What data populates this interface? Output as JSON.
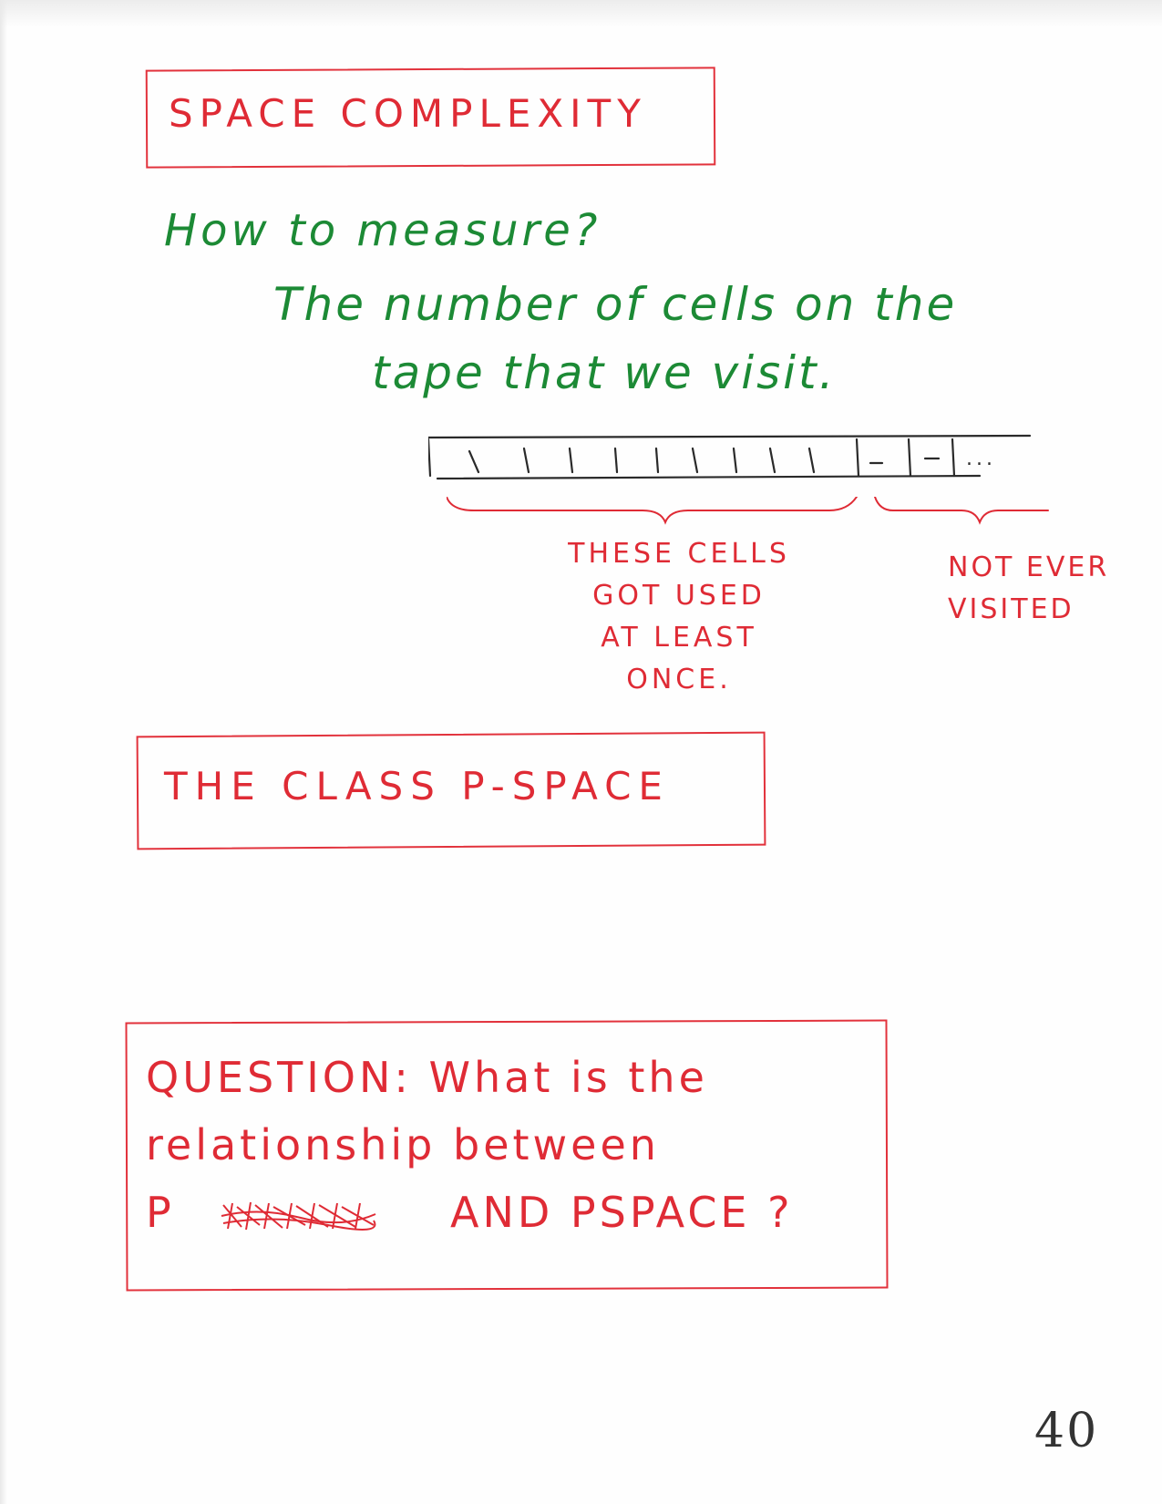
{
  "page": {
    "section_1_title": "SPACE COMPLEXITY",
    "question_prompt": "How to measure?",
    "answer_line_1": "The number of cells on the",
    "answer_line_2": "tape that we visit.",
    "tape_ellipsis": "...",
    "cells_used_label": [
      "THESE CELLS",
      "GOT USED",
      "AT LEAST",
      "ONCE."
    ],
    "not_visited_label": [
      "NOT EVER",
      "VISITED"
    ],
    "section_2_title": "THE CLASS P-SPACE",
    "question_box": {
      "line_1": "QUESTION:  What is the",
      "line_2": "relationship between",
      "line_3_start": "P",
      "line_3_end": "AND  PSPACE ?"
    },
    "page_number": "40"
  },
  "colors": {
    "red_ink": "#df2b35",
    "green_ink": "#1c8a35",
    "black_ink": "#333333"
  }
}
